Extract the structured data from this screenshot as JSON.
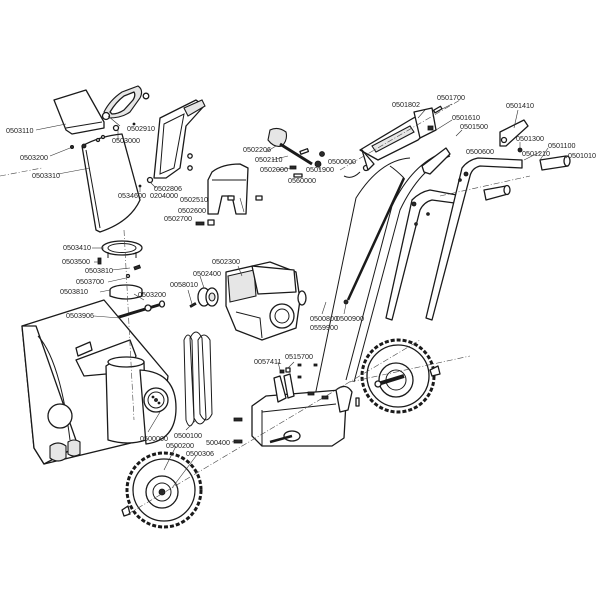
{
  "diagram": {
    "type": "exploded-parts-view",
    "subject": "two-stage snow blower",
    "background": "#ffffff",
    "line_color": "#1a1a1a"
  },
  "labels": {
    "p0503110": "0503110",
    "p0503200a": "0503200",
    "p0503310": "0503310",
    "p0502910": "0502910",
    "p0503000": "0503000",
    "p0534600": "0534600",
    "p0502806": "0502806",
    "p0204000": "0204000",
    "p0502510": "0502510",
    "p0502600": "0502600",
    "p0502700": "0502700",
    "p0502206": "0502206",
    "p0502110": "0502110",
    "p0502000": "0502000",
    "p0501900": "0501900",
    "p0560000": "0560000",
    "p0500600a": "0500600",
    "p0501802": "0501802",
    "p0501700": "0501700",
    "p0501610": "0501610",
    "p0501500": "0501500",
    "p0500600b": "0500600",
    "p0501410": "0501410",
    "p0501300": "0501300",
    "p0501210": "0501210",
    "p0501100": "0501100",
    "p0501010": "0501010",
    "p0503410": "0503410",
    "p0503500": "0503500",
    "p0503810a": "0503810",
    "p0503700": "0503700",
    "p0503810b": "0503810",
    "p0503200b": "0503200",
    "p0503906": "0503906",
    "p0502300": "0502300",
    "p0502400": "0502400",
    "p0058010": "0058010",
    "p0500800": "0500800",
    "p0500900": "0500900",
    "p0559900": "0559900",
    "p0057411": "0057411",
    "p0515700": "0515700",
    "p0500000": "0500000",
    "p0500100": "0500100",
    "p500400": "500400",
    "p0500200": "0500200",
    "p0500306": "0500306"
  }
}
